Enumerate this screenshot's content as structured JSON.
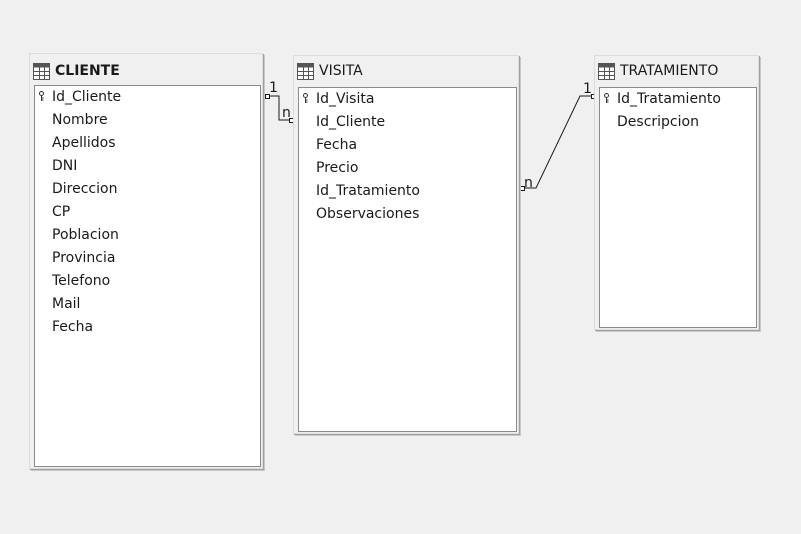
{
  "tables": [
    {
      "title": "CLIENTE",
      "bold": true,
      "fields": [
        {
          "label": "Id_Cliente",
          "key": true
        },
        {
          "label": "Nombre",
          "key": false
        },
        {
          "label": "Apellidos",
          "key": false
        },
        {
          "label": "DNI",
          "key": false
        },
        {
          "label": "Direccion",
          "key": false
        },
        {
          "label": "CP",
          "key": false
        },
        {
          "label": "Poblacion",
          "key": false
        },
        {
          "label": "Provincia",
          "key": false
        },
        {
          "label": "Telefono",
          "key": false
        },
        {
          "label": "Mail",
          "key": false
        },
        {
          "label": "Fecha",
          "key": false
        }
      ]
    },
    {
      "title": "VISITA",
      "bold": false,
      "fields": [
        {
          "label": "Id_Visita",
          "key": true
        },
        {
          "label": "Id_Cliente",
          "key": false
        },
        {
          "label": "Fecha",
          "key": false
        },
        {
          "label": "Precio",
          "key": false
        },
        {
          "label": "Id_Tratamiento",
          "key": false
        },
        {
          "label": "Observaciones",
          "key": false
        }
      ]
    },
    {
      "title": "TRATAMIENTO",
      "bold": false,
      "fields": [
        {
          "label": "Id_Tratamiento",
          "key": true
        },
        {
          "label": "Descripcion",
          "key": false
        }
      ]
    }
  ],
  "relations": [
    {
      "from_table": "CLIENTE",
      "from_field": "Id_Cliente",
      "from_card": "1",
      "to_table": "VISITA",
      "to_field": "Id_Cliente",
      "to_card": "n"
    },
    {
      "from_table": "TRATAMIENTO",
      "from_field": "Id_Tratamiento",
      "from_card": "1",
      "to_table": "VISITA",
      "to_field": "Id_Tratamiento",
      "to_card": "n"
    }
  ],
  "icons": {
    "table": "table-grid-icon",
    "key": "primary-key-icon"
  },
  "colors": {
    "canvas": "#f0f0f0",
    "list_bg": "#ffffff",
    "line": "#1a1a1a"
  }
}
